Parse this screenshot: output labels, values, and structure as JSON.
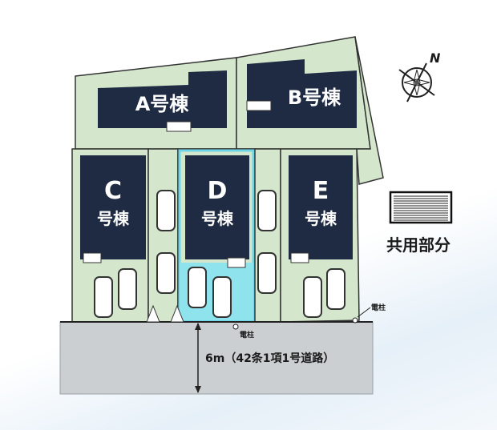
{
  "lots": [
    {
      "id": "A",
      "label": "A号棟"
    },
    {
      "id": "B",
      "label": "B号棟"
    },
    {
      "id": "C",
      "letter": "C",
      "suffix": "号棟"
    },
    {
      "id": "D",
      "letter": "D",
      "suffix": "号棟",
      "highlighted": true
    },
    {
      "id": "E",
      "letter": "E",
      "suffix": "号棟"
    }
  ],
  "road": {
    "label": "6m（42条1項1号道路）"
  },
  "utility_pole_labels": [
    "電柱",
    "電柱"
  ],
  "compass": {
    "label": "N"
  },
  "legend": {
    "label": "共用部分"
  },
  "colors": {
    "lot": "#d4e7cd",
    "building": "#1e2b42",
    "highlight": "#8fe3ec",
    "road": "#cbcfd2"
  }
}
